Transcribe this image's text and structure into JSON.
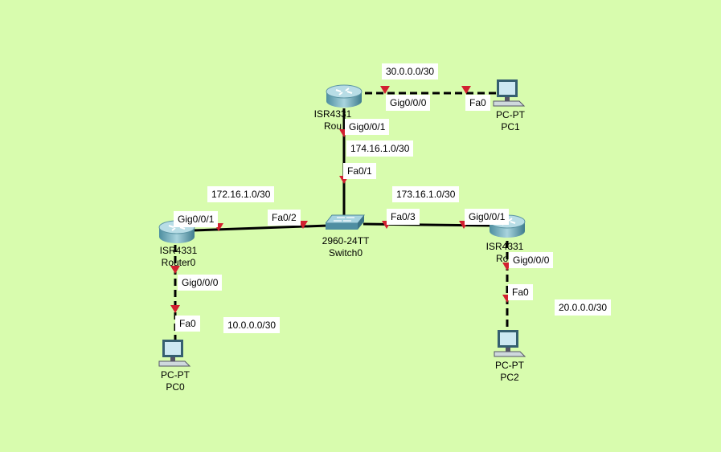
{
  "colors": {
    "background": "#d8fcae",
    "link": "#000000",
    "port_marker": "#d22030"
  },
  "devices": {
    "router0": {
      "model": "ISR4331",
      "name": "Router0"
    },
    "router1": {
      "model": "ISR4331",
      "name": "Rou"
    },
    "router2": {
      "model": "ISR4331",
      "name": "Rou"
    },
    "switch0": {
      "model": "2960-24TT",
      "name": "Switch0"
    },
    "pc0": {
      "model": "PC-PT",
      "name": "PC0"
    },
    "pc1": {
      "model": "PC-PT",
      "name": "PC1"
    },
    "pc2": {
      "model": "PC-PT",
      "name": "PC2"
    }
  },
  "networks": {
    "n30": "30.0.0.0/30",
    "n174": "174.16.1.0/30",
    "n172": "172.16.1.0/30",
    "n173": "173.16.1.0/30",
    "n20": "20.0.0.0/30",
    "n10": "10.0.0.0/30"
  },
  "ports": {
    "r1_g000": "Gig0/0/0",
    "pc1_fa0": "Fa0",
    "r1_g001": "Gig0/0/1",
    "sw_fa01": "Fa0/1",
    "r0_g001": "Gig0/0/1",
    "sw_fa02": "Fa0/2",
    "sw_fa03": "Fa0/3",
    "r2_g001": "Gig0/0/1",
    "r2_g000": "Gig0/0/0",
    "pc2_fa0": "Fa0",
    "r0_g000": "Gig0/0/0",
    "pc0_fa0": "Fa0"
  }
}
